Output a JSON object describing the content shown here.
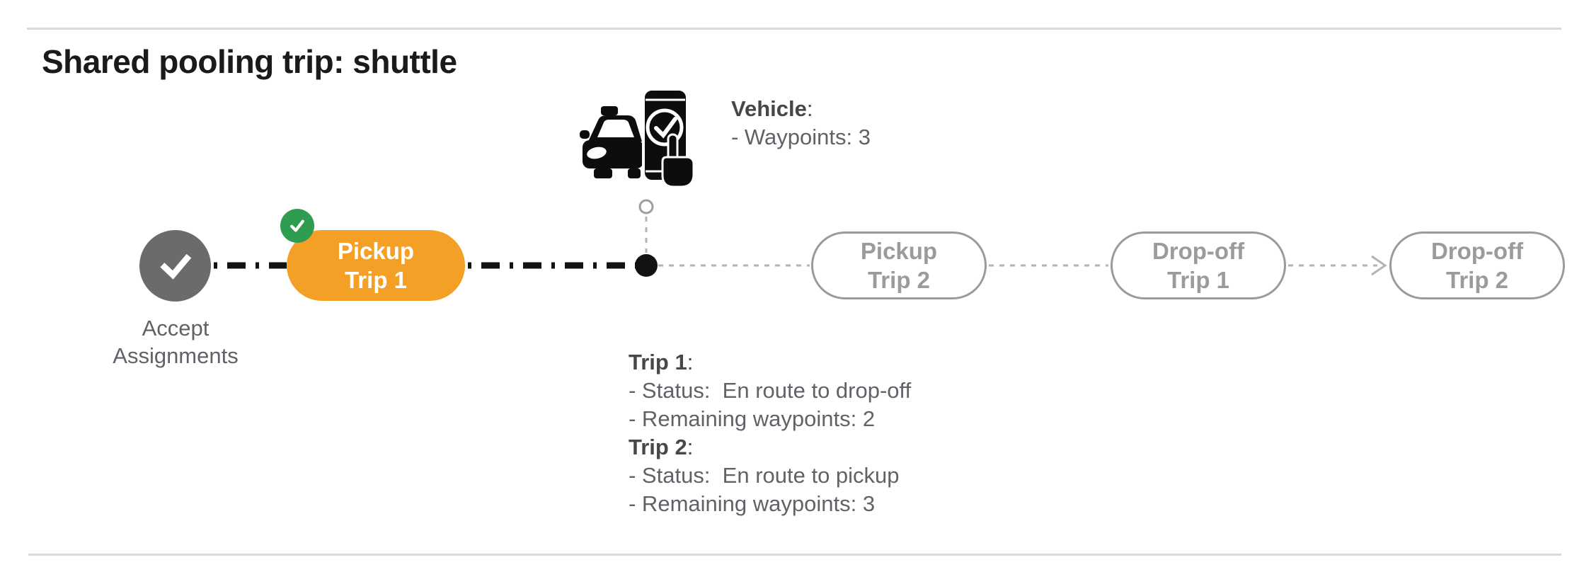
{
  "title": "Shared pooling trip: shuttle",
  "colors": {
    "active_node": "#F4A026",
    "active_node_text": "#FFFFFF",
    "completed_badge": "#2E9D4F",
    "start_node": "#6B6B6B",
    "pending_node_border": "#9A9A9A",
    "pending_node_text": "#9B9B9B",
    "connector_done": "#121212",
    "connector_pending": "#B3B3B3",
    "divider": "#D9D9D9",
    "title_text": "#1A1A1A",
    "heading_text": "#474747",
    "body_text": "#5F6368",
    "icon_black": "#0D0D0D"
  },
  "vehicle_panel": {
    "icon": "vehicle-phone-check-icon",
    "heading": "Vehicle",
    "heading_colon": ":",
    "waypoints_line": "- Waypoints: 3"
  },
  "timeline": {
    "start_node": {
      "label": "Accept\nAssignments",
      "state": "completed",
      "icon": "check-icon"
    },
    "nodes": [
      {
        "label": "Pickup\nTrip 1",
        "state": "active",
        "badge_icon": "check-icon"
      },
      {
        "label": "Pickup\nTrip 2",
        "state": "pending"
      },
      {
        "label": "Drop-off\nTrip 1",
        "state": "pending"
      },
      {
        "label": "Drop-off\nTrip 2",
        "state": "pending"
      }
    ]
  },
  "trip_status": {
    "trip1_heading": "Trip 1",
    "heading_colon": ":",
    "trip1_lines": [
      "- Status:  En route to drop-off",
      "- Remaining waypoints: 2"
    ],
    "trip2_heading": "Trip 2",
    "trip2_lines": [
      "- Status:  En route to pickup",
      "- Remaining waypoints: 3"
    ]
  }
}
